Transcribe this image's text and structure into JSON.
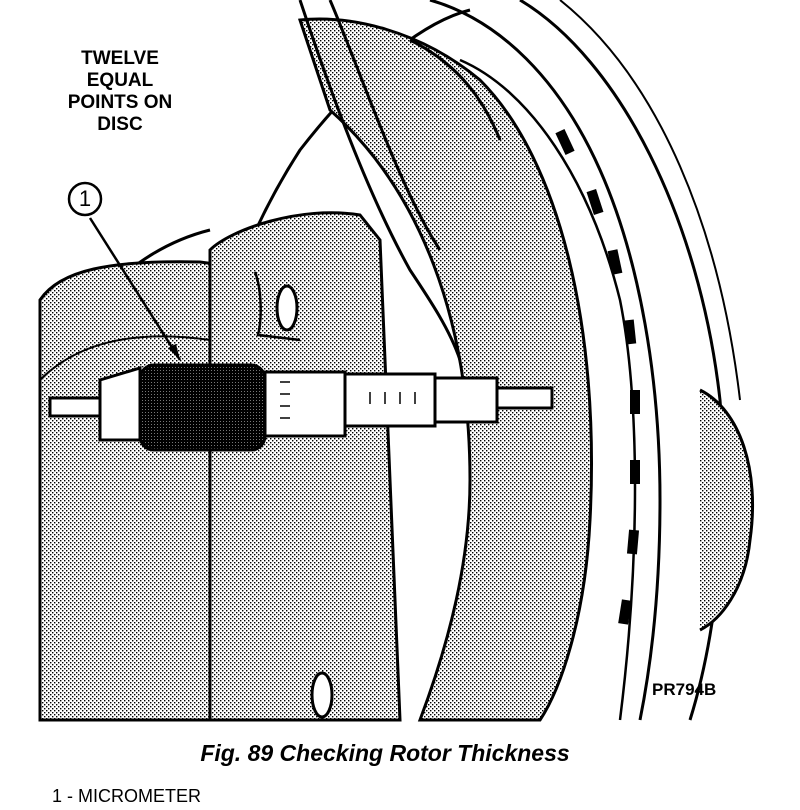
{
  "figure": {
    "callout": [
      "TWELVE",
      "EQUAL",
      "POINTS ON",
      "DISC"
    ],
    "marker_number": "1",
    "figure_code": "PR794B",
    "caption": "Fig. 89 Checking Rotor Thickness",
    "legend": "1 - MICROMETER"
  }
}
